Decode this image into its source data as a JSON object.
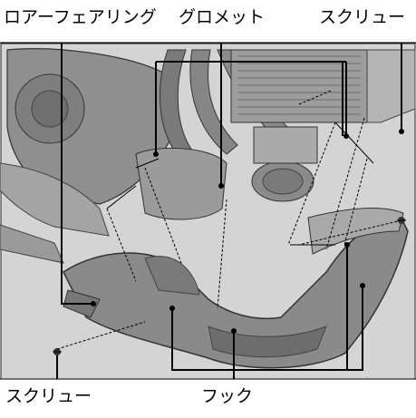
{
  "labels": {
    "lower_fairing": "ロアーフェアリング",
    "grommet": "グロメット",
    "screw_top": "スクリュー",
    "screw_bottom": "スクリュー",
    "hook": "フック"
  },
  "colors": {
    "background": "#d3d3d3",
    "engine": "#9a9a9a",
    "fairing": "#8a8a8a",
    "callout": "#000000"
  }
}
